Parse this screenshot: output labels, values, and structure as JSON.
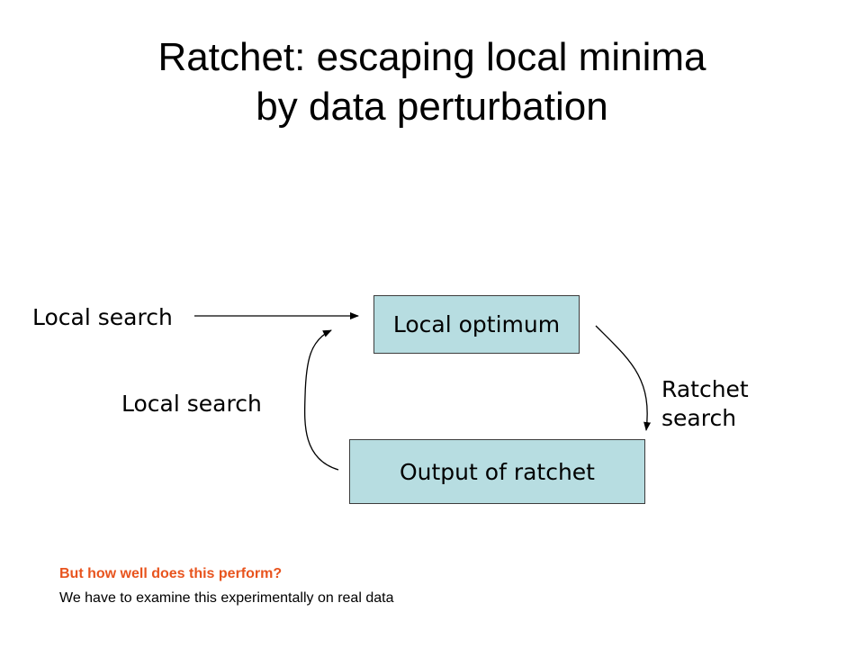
{
  "title": {
    "line1": "Ratchet: escaping local minima",
    "line2": "by data perturbation"
  },
  "diagram": {
    "box_optimum": "Local optimum",
    "box_output": "Output of ratchet",
    "label_local_search_top": "Local search",
    "label_local_search_mid": "Local search",
    "label_ratchet_line1": "Ratchet",
    "label_ratchet_line2": "search"
  },
  "footer": {
    "question": "But how well does this perform?",
    "note": "We have to examine this experimentally on real data"
  },
  "colors": {
    "box_fill": "#b7dde1",
    "question_text": "#e8541e"
  }
}
